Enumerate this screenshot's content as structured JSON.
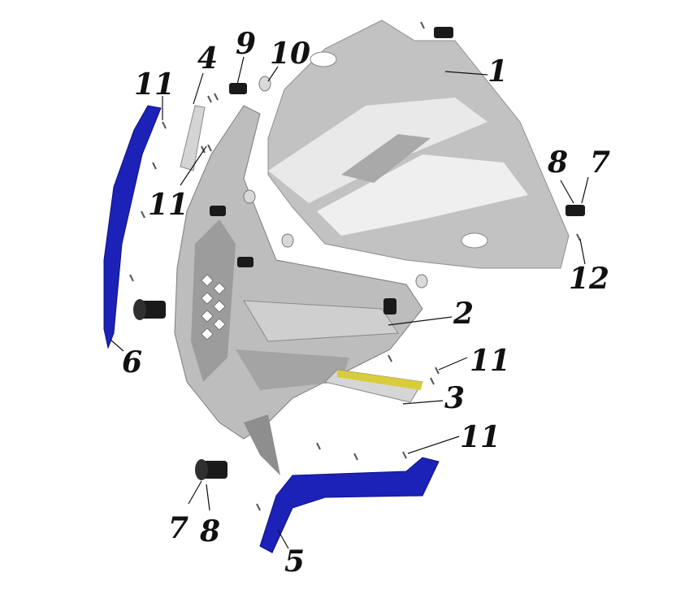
{
  "callouts": {
    "c1": "1",
    "c2": "2",
    "c3": "3",
    "c4": "4",
    "c5": "5",
    "c6": "6",
    "c7a": "7",
    "c7b": "7",
    "c8a": "8",
    "c8b": "8",
    "c9": "9",
    "c10": "10",
    "c11a": "11",
    "c11b": "11",
    "c11c": "11",
    "c11d": "11",
    "c12": "12"
  },
  "colors": {
    "trim_blue": "#1c22b8",
    "panel_gray": "#bcbcbc",
    "highlight_white": "#f4f4f4",
    "accent_yellow": "#d8cc3a",
    "fastener_black": "#1a1a1a"
  }
}
